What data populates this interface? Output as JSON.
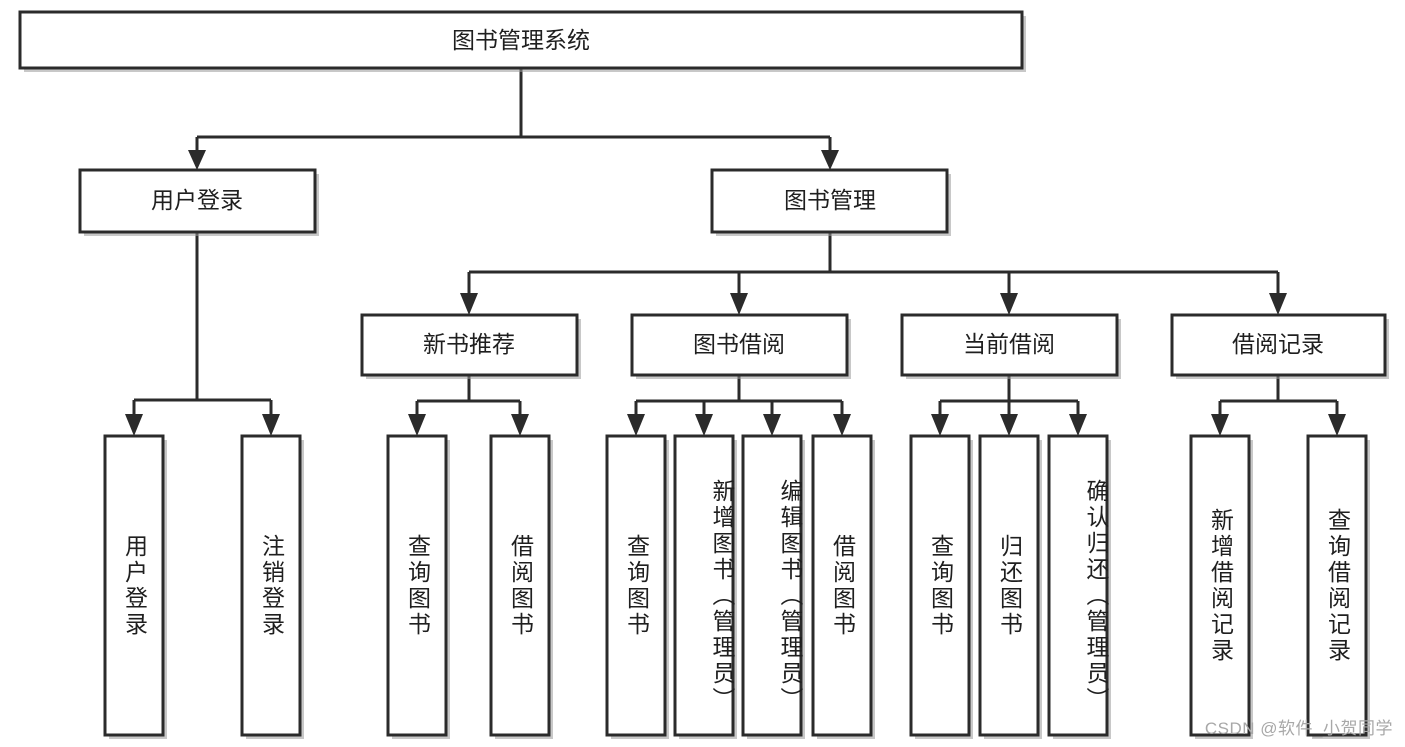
{
  "diagram": {
    "title_node": {
      "label": "图书管理系统"
    },
    "level2": [
      {
        "id": "user-login",
        "label": "用户登录"
      },
      {
        "id": "book-manage",
        "label": "图书管理"
      }
    ],
    "level3": [
      {
        "id": "new-book-recommend",
        "label": "新书推荐"
      },
      {
        "id": "book-borrow",
        "label": "图书借阅"
      },
      {
        "id": "current-borrow",
        "label": "当前借阅"
      },
      {
        "id": "borrow-record",
        "label": "借阅记录"
      }
    ],
    "leaves": [
      {
        "id": "leaf-user-login",
        "label": "用户登录"
      },
      {
        "id": "leaf-logout-login",
        "label": "注销登录"
      },
      {
        "id": "leaf-query-book-1",
        "label": "查询图书"
      },
      {
        "id": "leaf-borrow-book-1",
        "label": "借阅图书"
      },
      {
        "id": "leaf-query-book-2",
        "label": "查询图书"
      },
      {
        "id": "leaf-add-book-admin",
        "label": "新增图书（管理员）"
      },
      {
        "id": "leaf-edit-book-admin",
        "label": "编辑图书（管理员）"
      },
      {
        "id": "leaf-borrow-book-2",
        "label": "借阅图书"
      },
      {
        "id": "leaf-query-book-3",
        "label": "查询图书"
      },
      {
        "id": "leaf-return-book",
        "label": "归还图书"
      },
      {
        "id": "leaf-confirm-return-admin",
        "label": "确认归还（管理员）"
      },
      {
        "id": "leaf-add-borrow-record",
        "label": "新增借阅记录"
      },
      {
        "id": "leaf-query-borrow-record",
        "label": "查询借阅记录"
      }
    ],
    "watermark": "CSDN @软件_小贺同学",
    "colors": {
      "stroke": "#2b2b2b",
      "fill": "#ffffff",
      "text": "#1f1f1f",
      "watermark": "#a8a8a8",
      "shadow": "#9a9a9a"
    }
  }
}
